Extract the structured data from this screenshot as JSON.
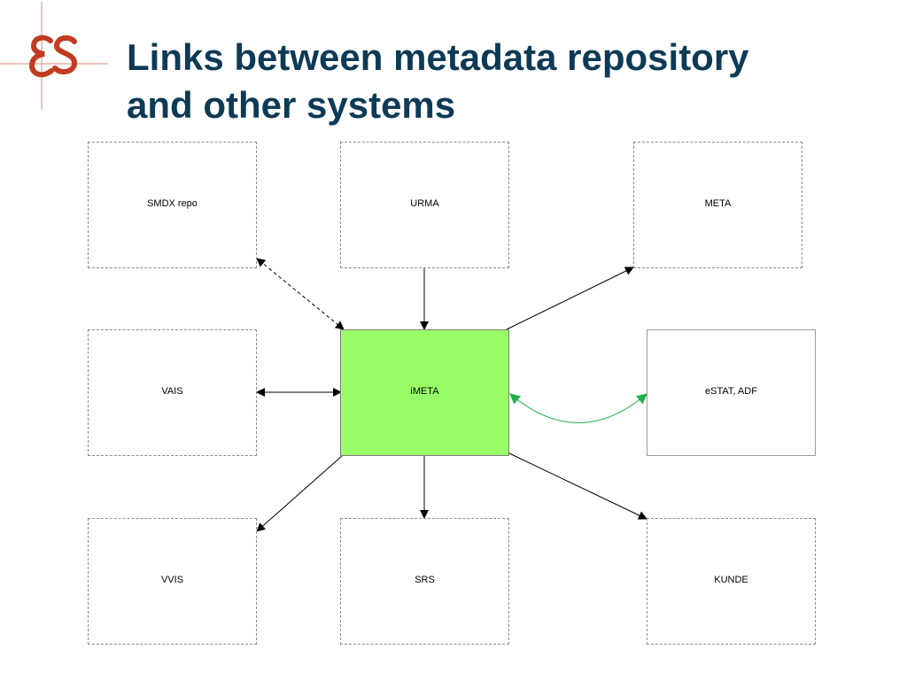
{
  "slide": {
    "title": "Links between metadata repository\nand other systems"
  },
  "logo": {
    "icon": "es-logo-icon",
    "text": "ES",
    "color": "#c23b22",
    "line_color": "#e8b0a8"
  },
  "diagram": {
    "nodes": {
      "smdx": "SMDX repo",
      "urma": "URMA",
      "meta": "META",
      "vais": "VAIS",
      "imeta": "iMETA",
      "estat": "eSTAT, ADF",
      "vvis": "VVIS",
      "srs": "SRS",
      "kunde": "KUNDE"
    },
    "colors": {
      "center_fill": "#99ff66",
      "edge": "#000000",
      "special_edge": "#21b04b"
    },
    "edges": [
      {
        "from": "imeta",
        "to": "smdx",
        "style": "dashed",
        "direction": "both"
      },
      {
        "from": "urma",
        "to": "imeta",
        "style": "solid",
        "direction": "forward"
      },
      {
        "from": "imeta",
        "to": "meta",
        "style": "solid",
        "direction": "forward"
      },
      {
        "from": "vais",
        "to": "imeta",
        "style": "solid",
        "direction": "both"
      },
      {
        "from": "imeta",
        "to": "estat",
        "style": "curved",
        "direction": "both"
      },
      {
        "from": "imeta",
        "to": "vvis",
        "style": "solid",
        "direction": "forward"
      },
      {
        "from": "imeta",
        "to": "srs",
        "style": "solid",
        "direction": "forward"
      },
      {
        "from": "imeta",
        "to": "kunde",
        "style": "solid",
        "direction": "forward"
      }
    ]
  }
}
